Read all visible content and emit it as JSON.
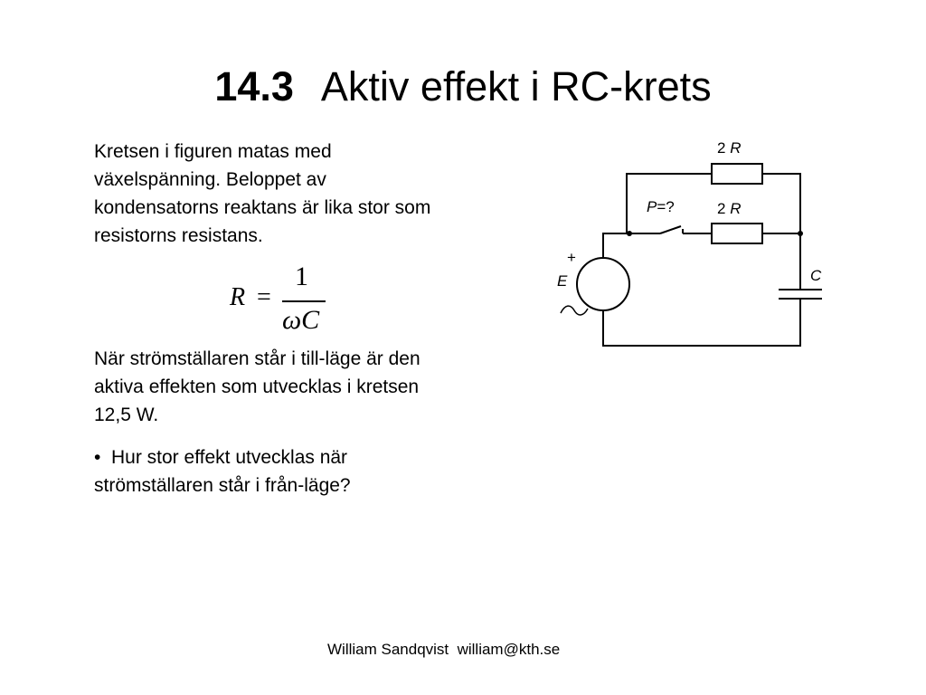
{
  "slide": {
    "title": {
      "number": "14.3",
      "text": "Aktiv effekt i RC-krets"
    },
    "paragraph1": [
      "Kretsen i figuren matas med",
      "växelspänning. Beloppet av",
      "kondensatorns reaktans är lika stor som",
      "resistorns resistans."
    ],
    "formula": {
      "lhs": "R",
      "equals": "=",
      "numerator": "1",
      "denominator": "ωC"
    },
    "paragraph2": [
      "När strömställaren står i till-läge är den",
      "aktiva effekten som utvecklas i kretsen",
      "12,5 W."
    ],
    "bullet": {
      "symbol": "•",
      "lines": [
        "Hur stor effekt utvecklas när",
        "strömställaren står i från-läge?"
      ]
    },
    "circuit": {
      "top_resistor": {
        "prefix": "2 ",
        "symbol": "R"
      },
      "bottom_resistor": {
        "prefix": "2 ",
        "symbol": "R"
      },
      "power_label": {
        "symbol": "P",
        "suffix": "=?"
      },
      "source": {
        "plus": "+",
        "symbol": "E",
        "ac_symbol": "~"
      },
      "capacitor": {
        "symbol": "C"
      }
    },
    "footer": "William Sandqvist  william@kth.se"
  }
}
